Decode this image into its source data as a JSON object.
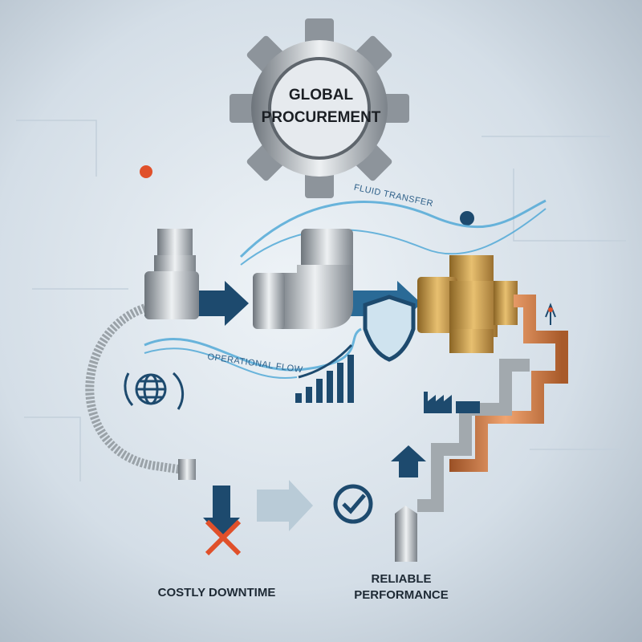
{
  "gear_label": {
    "line1": "GLOBAL",
    "line2": "PROCUREMENT"
  },
  "flow_labels": {
    "fluid": "FLUID TRANSFER",
    "operational": "OPERATIONAL FLOW"
  },
  "outcomes": {
    "downtime": "COSTLY DOWNTIME",
    "reliable_line1": "RELIABLE",
    "reliable_line2": "PERFORMANCE"
  },
  "icons": [
    "gear-icon",
    "tee-fitting",
    "elbow-fitting",
    "brass-cross-fitting",
    "braided-hose",
    "globe-refresh-icon",
    "bar-chart-growth-icon",
    "shield-icon",
    "factory-icon",
    "check-circle-icon",
    "down-arrow-cross-icon",
    "up-arrow-icon",
    "broken-pipe-icon"
  ],
  "colors": {
    "navy": "#1d4a6e",
    "accent_orange": "#e0502a",
    "water": "#4aa6d6",
    "copper": "#c87a45",
    "brass": "#c49a45"
  }
}
